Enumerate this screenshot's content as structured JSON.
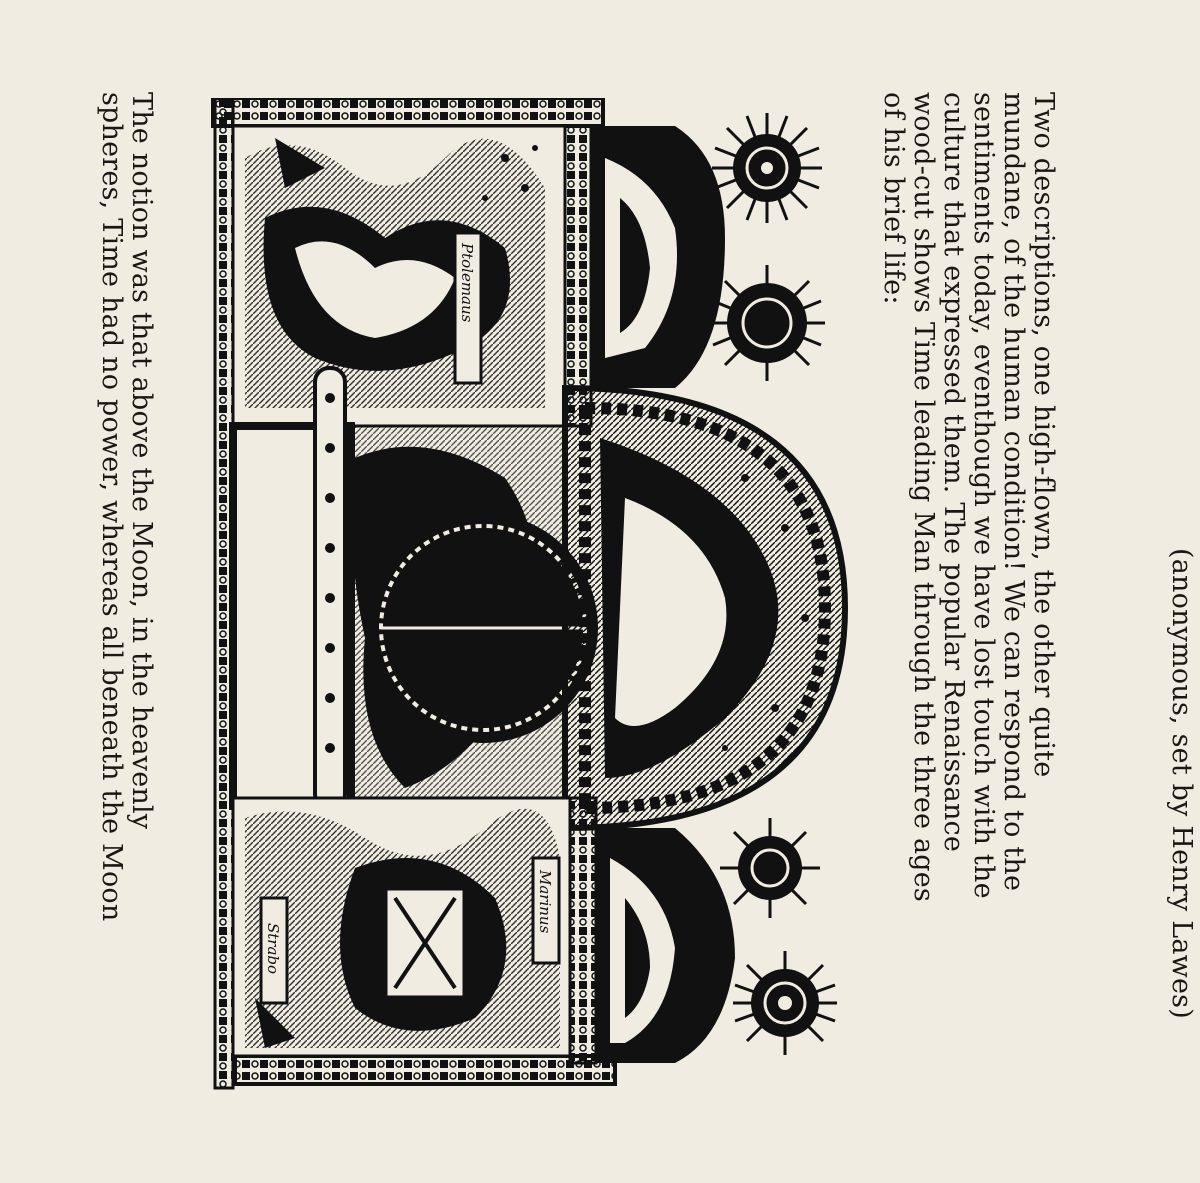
{
  "page": {
    "attribution": "(anonymous, set by Henry Lawes)",
    "top_paragraph_lines": [
      "Two descriptions, one high-flown, the other quite",
      "mundane, of the human condition! We can respond to the",
      "sentiments today, eventhough we have lost touch with the",
      "culture that expressed them. The popular Renaissance",
      "wood-cut shows Time leading Man through the three ages",
      "of his brief life:"
    ],
    "bottom_paragraph_lines": [
      "The notion was that above the Moon, in the heavenly",
      "spheres, Time had no power, whereas all beneath the Moon"
    ]
  },
  "woodcut": {
    "labels": {
      "ptolemy": "Ptolemaus",
      "marinus": "Marinus",
      "strabo": "Strabo"
    },
    "icons": [
      "sun-face-icon",
      "sun-face-icon",
      "sun-face-icon",
      "sun-face-icon"
    ],
    "colors": {
      "ink": "#111111",
      "paper": "#f1ece2"
    }
  }
}
